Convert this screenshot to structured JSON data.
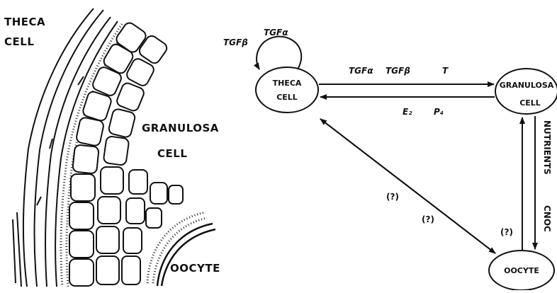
{
  "illustration": {
    "theca_label_line1": "THECA",
    "theca_label_line2": "CELL",
    "granulosa_label_line1": "GRANULOSA",
    "granulosa_label_line2": "CELL",
    "oocyte_label": "OOCYTE"
  },
  "diagram": {
    "nodes": {
      "theca_line1": "THECA",
      "theca_line2": "CELL",
      "granulosa_line1": "GRANULOSA",
      "granulosa_line2": "CELL",
      "oocyte": "OOCYTE"
    },
    "signals": {
      "autocrine_tgfa": "TGFα",
      "autocrine_tgfb": "TGFβ",
      "theca_to_granulosa_1": "TGFα",
      "theca_to_granulosa_2": "TGFβ",
      "theca_to_granulosa_3": "T",
      "granulosa_to_theca_1": "E₂",
      "granulosa_to_theca_2": "P₄",
      "theca_oocyte_q1": "(?)",
      "theca_oocyte_q2": "(?)",
      "granulosa_oocyte_q": "(?)",
      "side_text_1": "NUTRIENTS",
      "side_text_2": "CNOC"
    }
  }
}
